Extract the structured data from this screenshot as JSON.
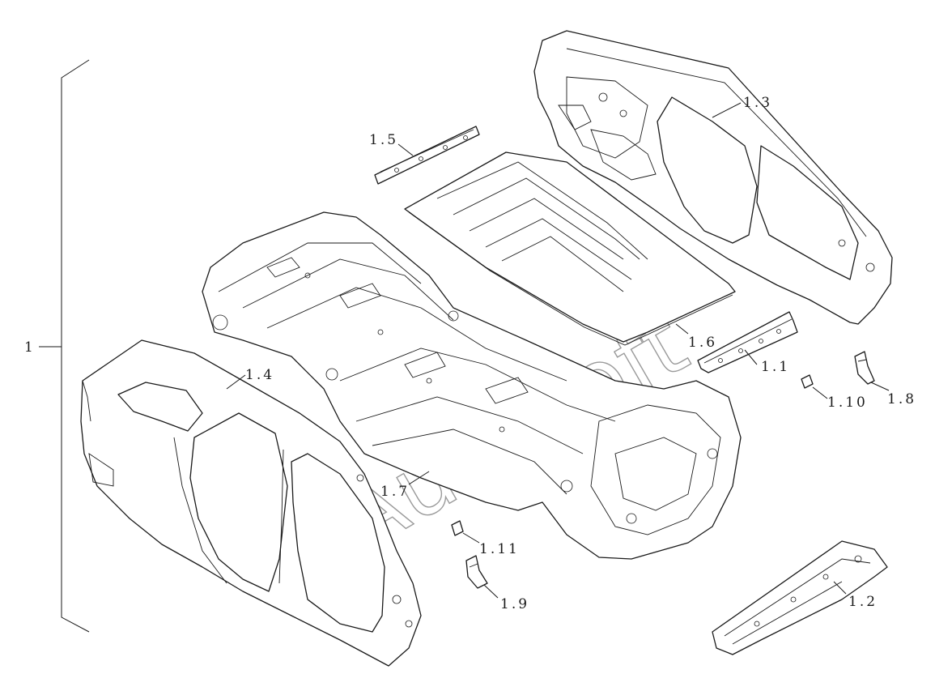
{
  "diagram": {
    "assembly_label": "1",
    "parts": [
      {
        "id": "p-1-1",
        "label": "1.1",
        "icon": "front-crossmember"
      },
      {
        "id": "p-1-2",
        "label": "1.2",
        "icon": "cowl-panel"
      },
      {
        "id": "p-1-3",
        "label": "1.3",
        "icon": "right-side-outer-panel"
      },
      {
        "id": "p-1-4",
        "label": "1.4",
        "icon": "left-side-outer-panel"
      },
      {
        "id": "p-1-5",
        "label": "1.5",
        "icon": "rear-header-rail"
      },
      {
        "id": "p-1-6",
        "label": "1.6",
        "icon": "roof-panel"
      },
      {
        "id": "p-1-7",
        "label": "1.7",
        "icon": "underbody-floor"
      },
      {
        "id": "p-1-8",
        "label": "1.8",
        "icon": "bracket"
      },
      {
        "id": "p-1-9",
        "label": "1.9",
        "icon": "bracket"
      },
      {
        "id": "p-1-10",
        "label": "1.10",
        "icon": "clip"
      },
      {
        "id": "p-1-11",
        "label": "1.11",
        "icon": "clip"
      }
    ],
    "watermark": "AutoSoft"
  }
}
